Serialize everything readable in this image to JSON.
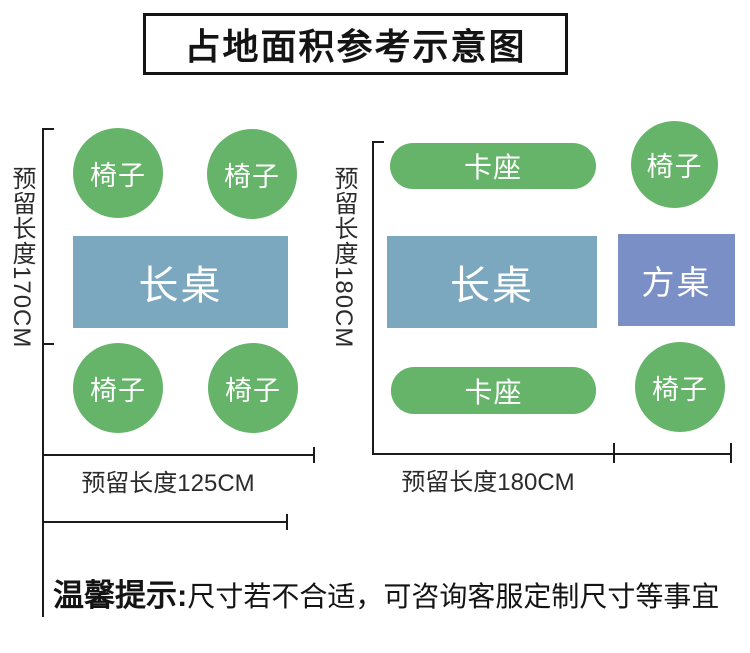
{
  "title": "占地面积参考示意图",
  "colors": {
    "green": "#66b46a",
    "blue": "#7ba8be",
    "purple": "#7b8fc7",
    "line": "#1c1c1c"
  },
  "left_layout": {
    "vertical_dimension_label": "预留长度170CM",
    "horizontal_dimension_label": "预留长度125CM",
    "chairs": [
      "椅子",
      "椅子",
      "椅子",
      "椅子"
    ],
    "table_label": "长桌"
  },
  "right_layout": {
    "vertical_dimension_label": "预留长度180CM",
    "horizontal_dimension_label": "预留长度180CM",
    "booths": [
      "卡座",
      "卡座"
    ],
    "chairs": [
      "椅子",
      "椅子"
    ],
    "long_table_label": "长桌",
    "square_table_label": "方桌"
  },
  "tip": {
    "prefix": "温馨提示:",
    "text": "尺寸若不合适，可咨询客服定制尺寸等事宜"
  }
}
